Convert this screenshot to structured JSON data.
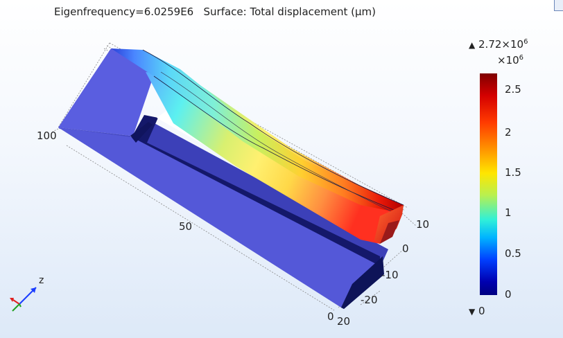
{
  "title": "Eigenfrequency=6.0259E6   Surface: Total displacement (µm)",
  "axis_ticks": {
    "x_100": "100",
    "x_50": "50",
    "y_10": "10",
    "y_0": "0",
    "y_neg10": "-10",
    "z_neg20": "-20",
    "z_0": "0",
    "z_20": "20"
  },
  "colorbar": {
    "max_marker": "▲",
    "max_mantissa": "2.72×10",
    "max_exponent": "6",
    "scale_base": "×10",
    "scale_exponent": "6",
    "ticks": [
      "2.5",
      "2",
      "1.5",
      "1",
      "0.5",
      "0"
    ],
    "min_marker": "▼",
    "min_value": "0",
    "colors": [
      "#7f0000",
      "#d40000",
      "#ff3a00",
      "#ff9a00",
      "#ffe600",
      "#b8f050",
      "#30f0d8",
      "#00b4ff",
      "#0040ff",
      "#0000b0",
      "#000080"
    ]
  },
  "triad": {
    "z_label": "z"
  }
}
